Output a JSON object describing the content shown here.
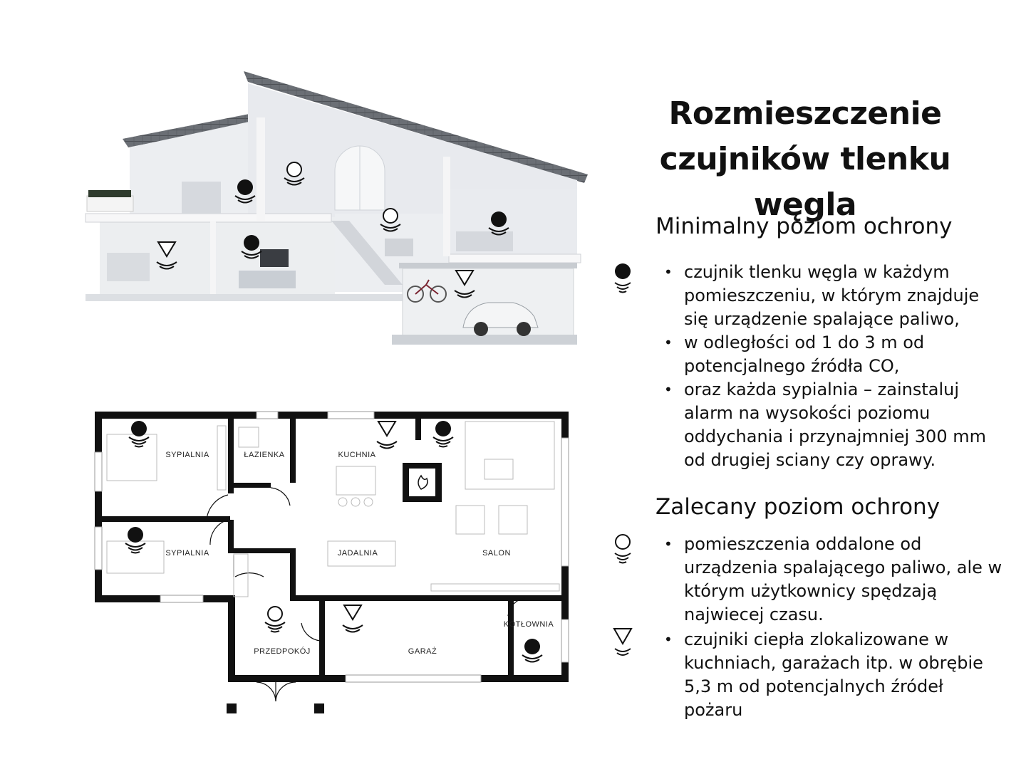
{
  "title_line1": "Rozmieszczenie",
  "title_line2": "czujników tlenku węgla",
  "minimal": {
    "heading": "Minimalny poziom ochrony",
    "bullets": [
      "czujnik tlenku węgla w każdym pomieszczeniu, w którym znajduje się urządzenie spalające paliwo,",
      "w odległości od 1 do 3 m od potencjalnego źródła CO,",
      "oraz każda sypialnia – zainstaluj alarm na wysokości poziomu oddychania i przynajmniej 300 mm od drugiej sciany czy oprawy."
    ]
  },
  "recommended": {
    "heading": "Zalecany poziom ochrony",
    "bullets": [
      "pomieszczenia oddalone od urządzenia spalającego paliwo, ale w którym użytkownicy spędzają najwiecej czasu.",
      "czujniki ciepła zlokalizowane w kuchniach, garażach itp. w obrębie 5,3 m od potencjalnych źródeł pożaru"
    ]
  },
  "rooms": {
    "sypialnia1": "SYPIALNIA",
    "lazienka": "ŁAZIENKA",
    "kuchnia": "KUCHNIA",
    "sypialnia2": "SYPIALNIA",
    "jadalnia": "JADALNIA",
    "salon": "SALON",
    "przedpokoj": "PRZEDPOKÓJ",
    "garaz": "GARAŻ",
    "kotlownia": "KOTŁOWNIA"
  },
  "icons": {
    "co_detector_required": "filled-circle-sensor-icon",
    "co_detector_recommended": "outline-circle-sensor-icon",
    "heat_detector": "triangle-sensor-icon"
  }
}
